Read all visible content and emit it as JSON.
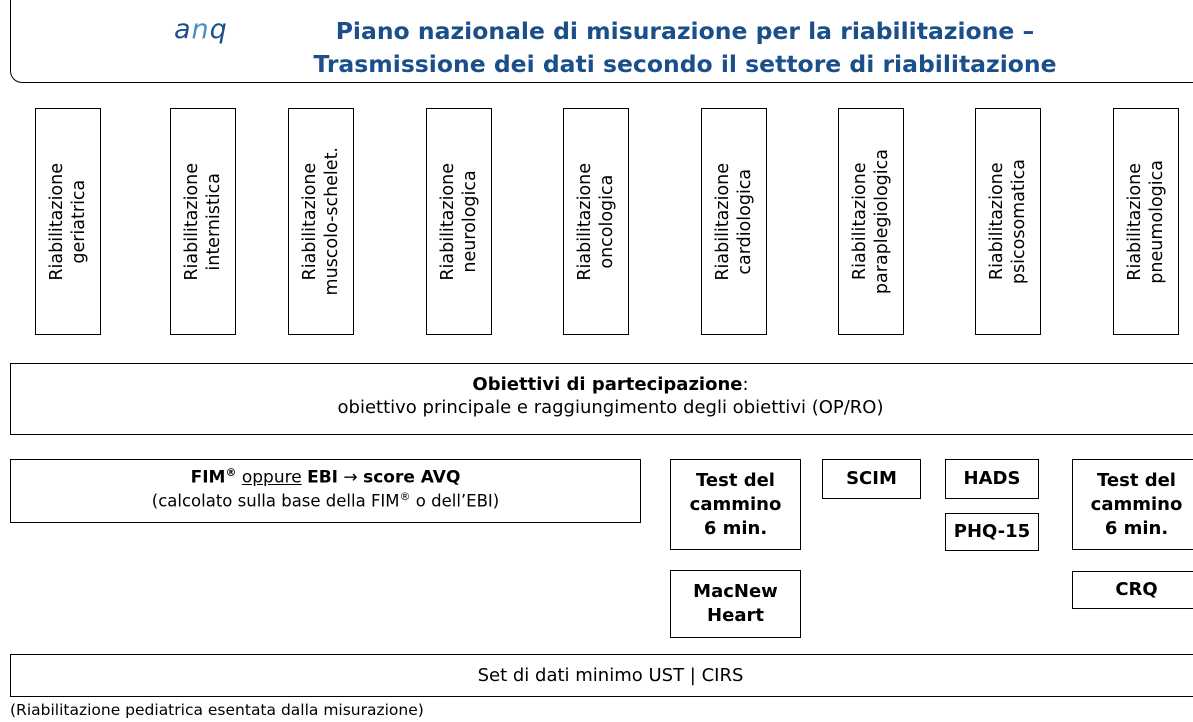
{
  "header": {
    "logo": {
      "a": "a",
      "n": "n",
      "q": "q"
    },
    "title_line1": "Piano nazionale di misurazione per la riabilitazione –",
    "title_line2": "Trasmissione dei dati secondo il settore di riabilitazione",
    "color": "#1b4f8a"
  },
  "sectors": [
    {
      "line1": "Riabilitazione",
      "line2": "geriatrica"
    },
    {
      "line1": "Riabilitazione",
      "line2": "internistica"
    },
    {
      "line1": "Riabilitazione",
      "line2": "muscolo-schelet."
    },
    {
      "line1": "Riabilitazione",
      "line2": "neurologica"
    },
    {
      "line1": "Riabilitazione",
      "line2": "oncologica"
    },
    {
      "line1": "Riabilitazione",
      "line2": "cardiologica"
    },
    {
      "line1": "Riabilitazione",
      "line2": "paraplegiologica"
    },
    {
      "line1": "Riabilitazione",
      "line2": "psicosomatica"
    },
    {
      "line1": "Riabilitazione",
      "line2": "pneumologica"
    }
  ],
  "participation": {
    "title": "Obiettivi di partecipazione",
    "colon": ":",
    "subtitle": "obiettivo principale e raggiungimento degli obiettivi (OP/RO)"
  },
  "fim": {
    "fim": "FIM",
    "reg": "®",
    "oppure": "oppure",
    "ebi": "EBI",
    "arrow": "→",
    "score": "score AVQ",
    "line2_a": "(calcolato sulla base della FIM",
    "line2_reg": "®",
    "line2_b": " o dell’EBI)"
  },
  "instruments": {
    "test_cammino_cardio": [
      "Test del",
      "cammino",
      "6 min."
    ],
    "macnew": [
      "MacNew",
      "Heart"
    ],
    "scim": "SCIM",
    "hads": "HADS",
    "phq": "PHQ-15",
    "test_cammino_pneumo": [
      "Test del",
      "cammino",
      "6 min."
    ],
    "crq": "CRQ"
  },
  "footer": "Set di dati minimo UST | CIRS",
  "note": "(Riabilitazione pediatrica esentata dalla misurazione)"
}
